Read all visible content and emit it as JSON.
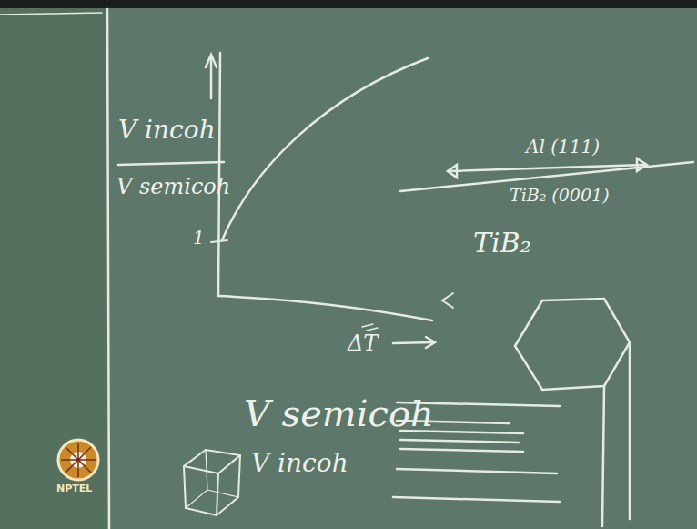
{
  "diagram": {
    "labels": [
      "V incoh",
      "V semicoh",
      "1",
      "ΔT",
      "Al (111)",
      "TiB₂ (0001)",
      "TiB₂",
      "V semicoh",
      "V incoh",
      "NPTEL"
    ]
  }
}
